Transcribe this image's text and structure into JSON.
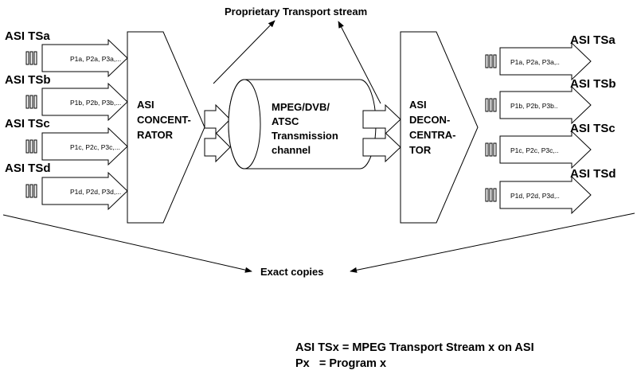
{
  "title": "Proprietary Transport  stream",
  "inputs": [
    {
      "label": "ASI TSa",
      "programs": "P1a, P2a, P3a,..."
    },
    {
      "label": "ASI TSb",
      "programs": "P1b, P2b, P3b,..."
    },
    {
      "label": "ASI TSc",
      "programs": "P1c, P2c, P3c,..."
    },
    {
      "label": "ASI TSd",
      "programs": "P1d, P2d, P3d,..."
    }
  ],
  "outputs": [
    {
      "label": "ASI TSa",
      "programs": "P1a, P2a, P3a,.."
    },
    {
      "label": "ASI TSb",
      "programs": "P1b, P2b, P3b.."
    },
    {
      "label": "ASI TSc",
      "programs": "P1c, P2c, P3c,.."
    },
    {
      "label": "ASI TSd",
      "programs": "P1d, P2d, P3d,.."
    }
  ],
  "concentrator": {
    "lines": [
      "ASI",
      "CONCENT-",
      "RATOR"
    ]
  },
  "channel": {
    "lines": [
      "MPEG/DVB/",
      "ATSC",
      "Transmission",
      "channel"
    ]
  },
  "deconcentrator": {
    "lines": [
      "ASI",
      "DECON-",
      "CENTRA-",
      "TOR"
    ]
  },
  "exact_copies": "Exact copies",
  "legend": {
    "line1": "ASI TSx = MPEG Transport Stream x on ASI",
    "line2": "Px   = Program x"
  }
}
